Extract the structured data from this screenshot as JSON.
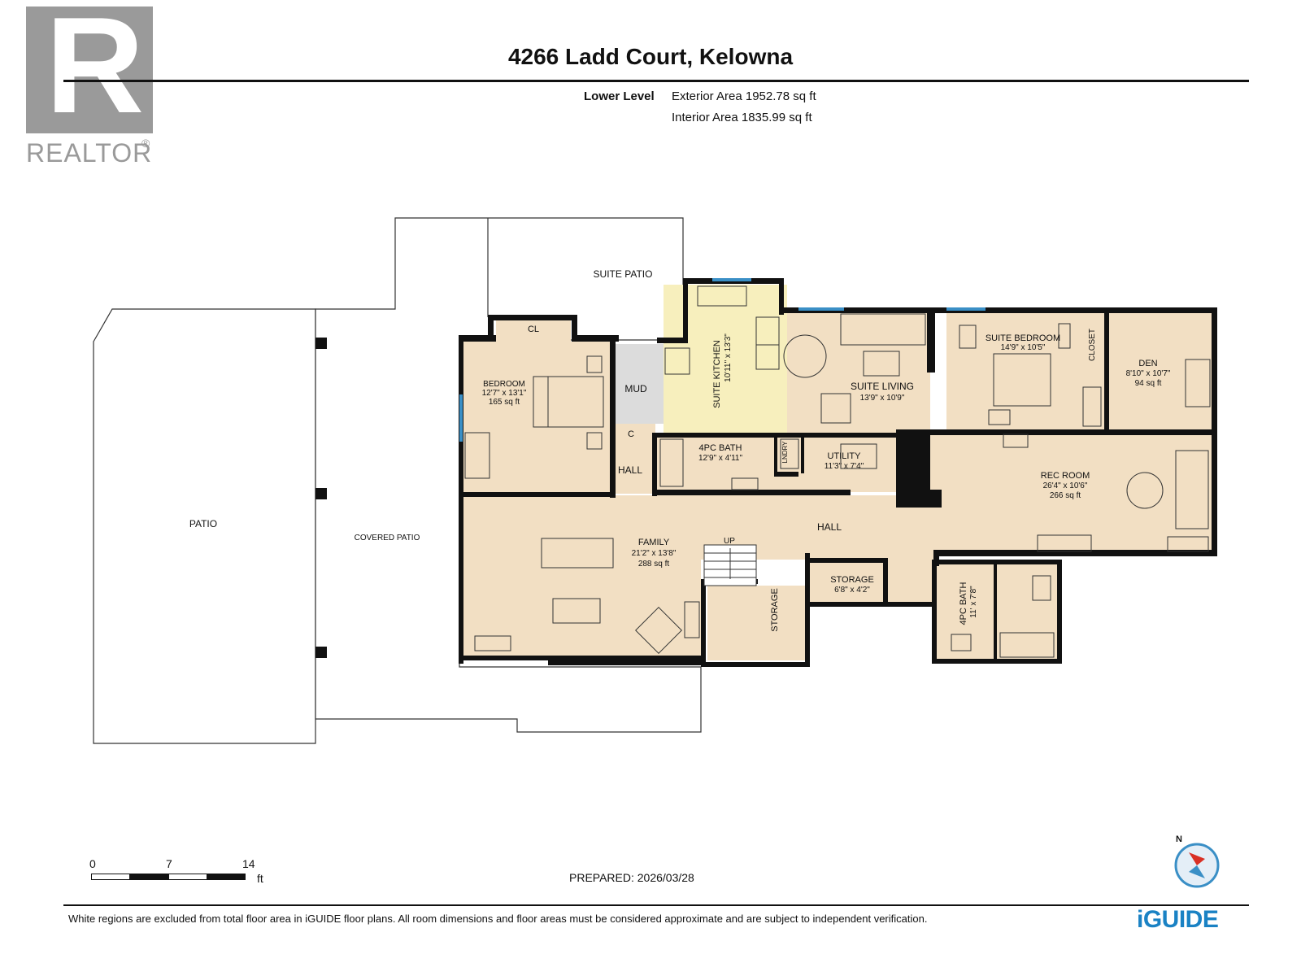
{
  "logo": {
    "letter": "R",
    "text": "REALTOR",
    "mark": "®"
  },
  "header": {
    "title": "4266 Ladd Court, Kelowna",
    "level": "Lower Level",
    "exterior_area": "Exterior Area 1952.78 sq ft",
    "interior_area": "Interior Area 1835.99 sq ft"
  },
  "rooms": {
    "patio": "PATIO",
    "covered_patio": "COVERED PATIO",
    "suite_patio": "SUITE PATIO",
    "cl": "CL",
    "bedroom": {
      "name": "BEDROOM",
      "dims": "12'7\" x 13'1\"",
      "area": "165 sq ft"
    },
    "mud": "MUD",
    "c": "C",
    "hall_small": "HALL",
    "suite_kitchen": {
      "name": "SUITE KITCHEN",
      "dims": "10'11\" x 13'3\""
    },
    "suite_living": {
      "name": "SUITE LIVING",
      "dims": "13'9\" x 10'9\""
    },
    "suite_bedroom": {
      "name": "SUITE BEDROOM",
      "dims": "14'9\" x 10'5\""
    },
    "closet": "CLOSET",
    "den": {
      "name": "DEN",
      "dims": "8'10\" x 10'7\"",
      "area": "94 sq ft"
    },
    "bath_4pc_top": {
      "name": "4PC BATH",
      "dims": "12'9\" x 4'11\""
    },
    "laundry": "LNDRY",
    "utility": {
      "name": "UTILITY",
      "dims": "11'3\" x 7'4\""
    },
    "rec_room": {
      "name": "REC ROOM",
      "dims": "26'4\" x 10'6\"",
      "area": "266 sq ft"
    },
    "hall_main": "HALL",
    "family": {
      "name": "FAMILY",
      "dims": "21'2\" x 13'8\"",
      "area": "288 sq ft"
    },
    "up": "UP",
    "storage_vertical": "STORAGE",
    "storage": {
      "name": "STORAGE",
      "dims": "6'8\" x 4'2\""
    },
    "bath_4pc_bottom": {
      "name": "4PC BATH",
      "dims": "11' x 7'8\""
    }
  },
  "scale": {
    "ticks": [
      "0",
      "7",
      "14"
    ],
    "unit": "ft"
  },
  "compass": {
    "label": "N"
  },
  "footer": {
    "prepared": "PREPARED: 2026/03/28",
    "disclaimer": "White regions are excluded from total floor area in iGUIDE floor plans. All room dimensions and floor areas must be considered approximate and are subject to independent verification.",
    "brand": "iGUIDE"
  },
  "colors": {
    "floor": "#f2dfc3",
    "kitchen": "#f7efbd",
    "mud": "#dcdcdc",
    "wall": "#111111",
    "window": "#3a8fc6",
    "brand": "#1a82c4",
    "logo_gray": "#9a9a9a"
  }
}
